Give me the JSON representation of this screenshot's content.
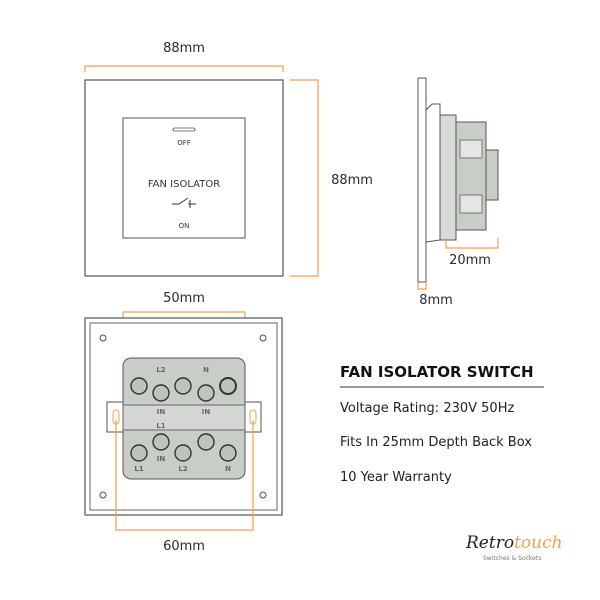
{
  "dimensions": {
    "front_width": "88mm",
    "front_height": "88mm",
    "side_depth": "20mm",
    "side_plate": "8mm",
    "rear_top": "50mm",
    "rear_bottom": "60mm"
  },
  "front_panel": {
    "off_label": "OFF",
    "title": "FAN ISOLATOR",
    "on_label": "ON"
  },
  "terminals": {
    "top": [
      "L2",
      "N"
    ],
    "middle": [
      "IN",
      "IN"
    ],
    "center": "L1",
    "lower_in": "IN",
    "bottom": [
      "L1",
      "L2",
      "N"
    ]
  },
  "specs": {
    "title": "FAN ISOLATOR SWITCH",
    "items": [
      "Voltage Rating: 230V 50Hz",
      "Fits In 25mm Depth Back Box",
      "10 Year Warranty"
    ]
  },
  "brand": {
    "name_part1": "Retro",
    "name_part2": "touch",
    "tagline": "Switches & Sockets"
  },
  "colors": {
    "accent": "#f0a050",
    "module": "#c9cdc8",
    "line": "#4a4a4a"
  }
}
